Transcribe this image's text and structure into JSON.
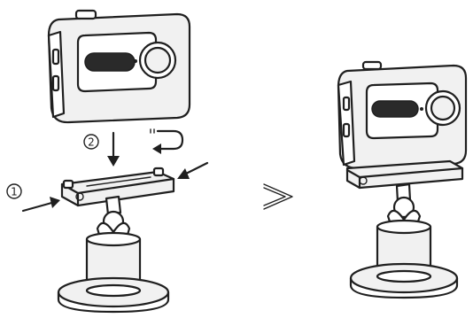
{
  "steps": [
    {
      "number": "1",
      "marker": "①"
    },
    {
      "number": "2",
      "marker": "②"
    }
  ],
  "colors": {
    "line": "#1f1f1f",
    "background": "#ffffff",
    "shade": "#f1f1f1"
  },
  "icons": [
    "arrow-down-icon",
    "u-turn-arrow-icon",
    "press-arrow-left-icon",
    "press-arrow-right-icon",
    "next-chevron-icon"
  ]
}
